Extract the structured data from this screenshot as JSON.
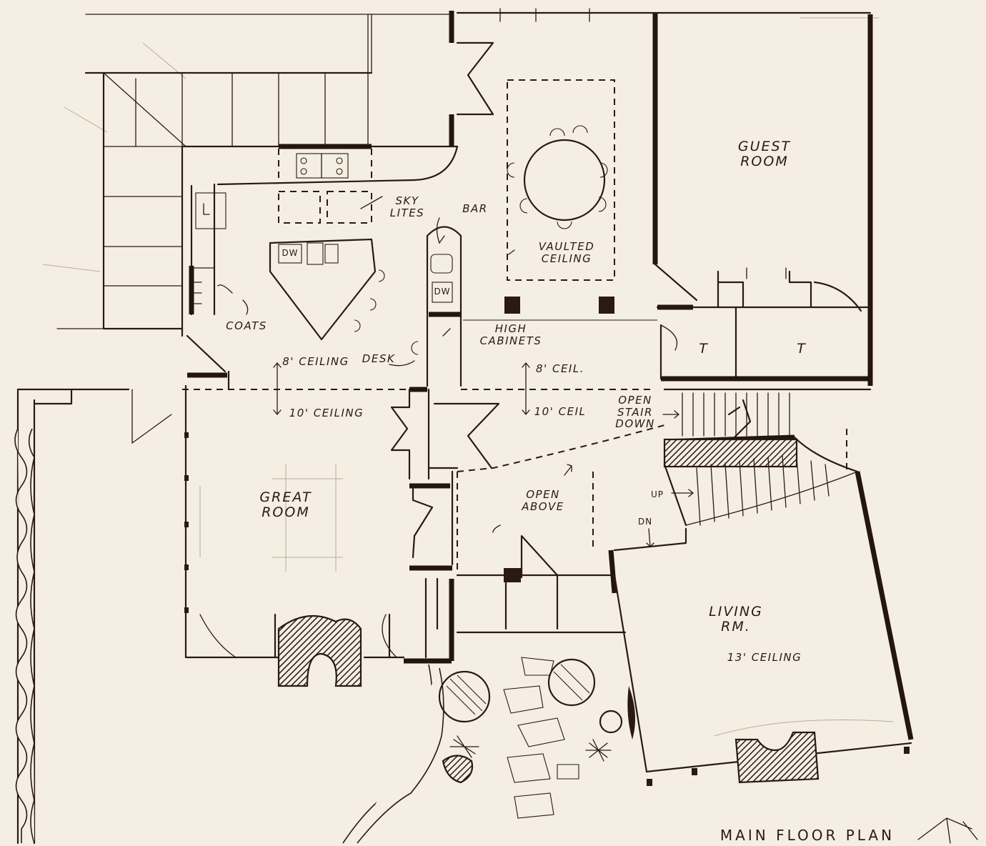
{
  "labels": {
    "guest_room": "GUEST ROOM",
    "sky_lites": "SKY LITES",
    "bar": "BAR",
    "vaulted_ceiling": "VAULTED CEILING",
    "dw_island": "DW",
    "dw_bar": "DW",
    "coats": "COATS",
    "high_cabinets": "HIGH CABINETS",
    "ceiling_8_left": "8' CEILING",
    "desk": "DESK",
    "ceiling_10_left": "10' CEILING",
    "ceil_8_right": "8' CEIL.",
    "ceil_10_right": "10' CEIL",
    "open_stair_down": "OPEN STAIR DOWN",
    "toilet_1": "T",
    "toilet_2": "T",
    "great_room": "GREAT ROOM",
    "open_above": "OPEN ABOVE",
    "up": "UP",
    "dn": "DN",
    "living_rm": "LIVING RM.",
    "living_ceiling": "13' CEILING",
    "plan_title": "MAIN FLOOR PLAN"
  },
  "colors": {
    "paper": "#f4efe2",
    "ink": "#2a1a12"
  },
  "icons": {
    "north_arrow": "north-arrow-icon"
  }
}
